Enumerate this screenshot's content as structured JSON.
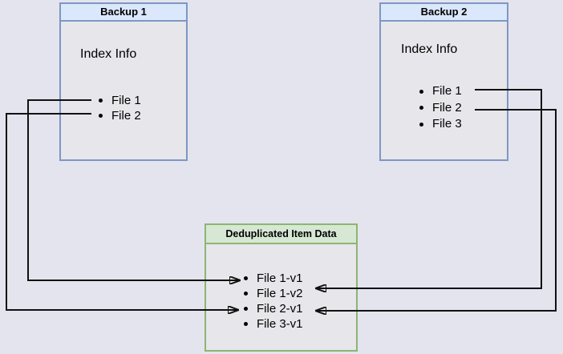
{
  "diagram": {
    "title_implied": "Backup deduplication",
    "nodes": [
      {
        "id": "backup1",
        "title": "Backup 1",
        "sublabel": "Index Info",
        "items": [
          "File 1",
          "File 2"
        ]
      },
      {
        "id": "backup2",
        "title": "Backup 2",
        "sublabel": "Index Info",
        "items": [
          "File 1",
          "File 2",
          "File 3"
        ]
      },
      {
        "id": "dedup",
        "title": "Deduplicated Item Data",
        "items": [
          "File 1-v1",
          "File 1-v2",
          "File 2-v1",
          "File 3-v1"
        ]
      }
    ],
    "connections": [
      {
        "from": "Backup 1 / File 1",
        "to": "File 1-v1",
        "arrow": "right"
      },
      {
        "from": "Backup 1 / File 2",
        "to": "File 2-v1",
        "arrow": "right"
      },
      {
        "from": "Backup 2 / File 1",
        "to": "File 1-v2",
        "arrow": "left"
      },
      {
        "from": "Backup 2 / File 2",
        "to": "File 2-v1",
        "arrow": "left"
      }
    ],
    "colors": {
      "page_background": "#e4e4ef",
      "node_body": "#e7e6ea",
      "blue_border": "#7d97c3",
      "blue_header_fill": "#dbe8fb",
      "green_border": "#8cb573",
      "green_header_fill": "#d6e8d3",
      "connector": "#111111"
    }
  }
}
